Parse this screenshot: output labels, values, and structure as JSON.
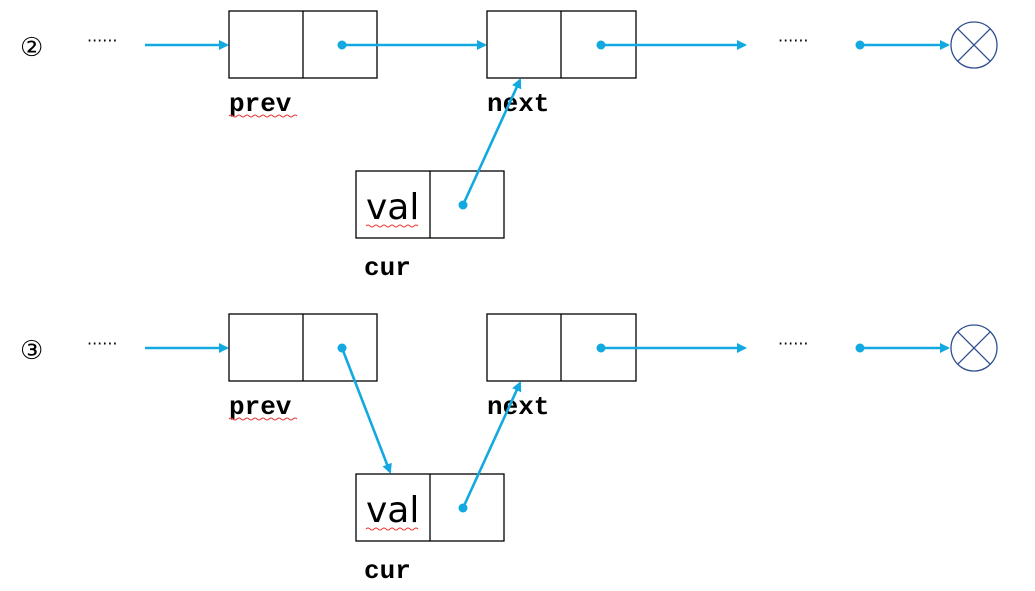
{
  "colors": {
    "arrow": "#12a8e0",
    "null_symbol": "#2f4f8f",
    "spellcheck": "#e53935"
  },
  "labels": {
    "ellipsis": "······",
    "prev": "prev",
    "next": "next",
    "cur": "cur",
    "val": "val"
  },
  "steps": [
    {
      "marker": "②"
    },
    {
      "marker": "③"
    }
  ],
  "icons": {
    "null": "null-circle-x-icon"
  }
}
